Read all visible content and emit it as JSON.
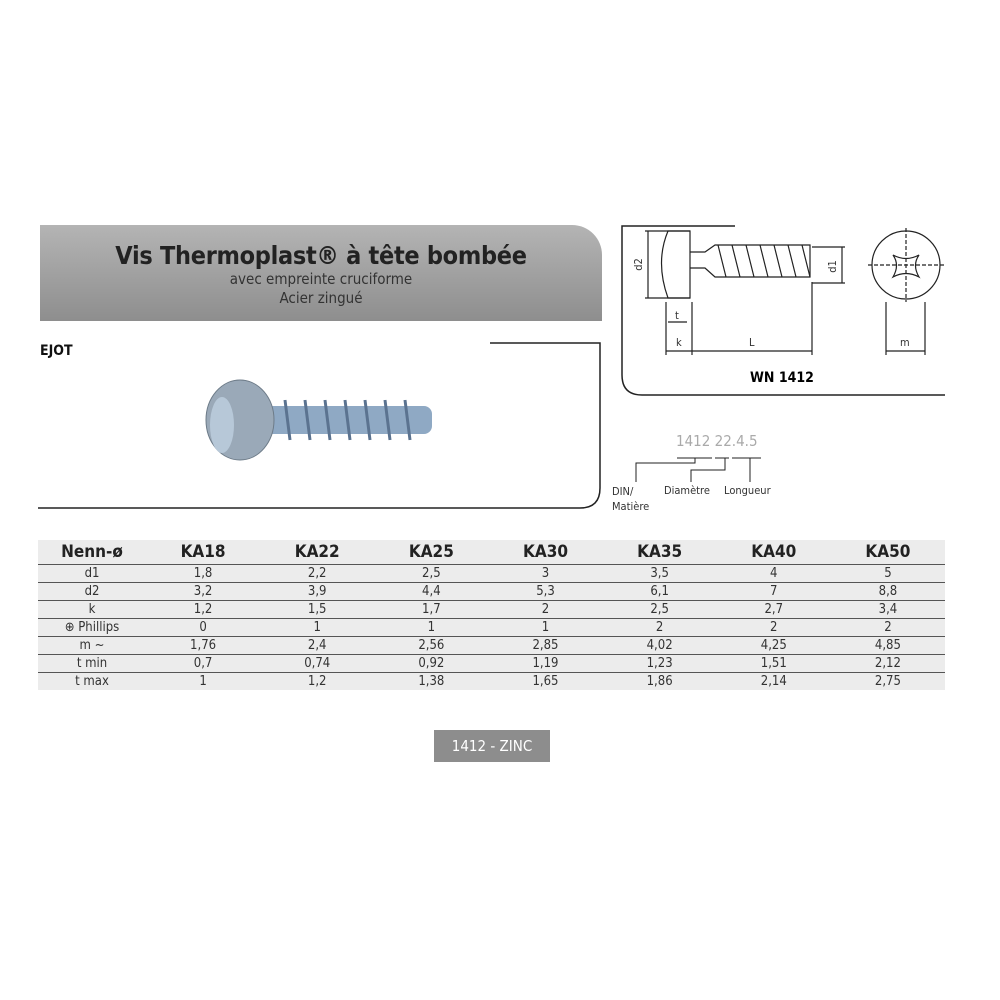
{
  "header": {
    "title": "Vis Thermoplast® à tête bombée",
    "subtitle1": "avec empreinte cruciforme",
    "subtitle2": "Acier zingué"
  },
  "brand": "EJOT",
  "diagram": {
    "title": "WN 1412",
    "dims": {
      "d2": "d2",
      "d1": "d1",
      "t": "t",
      "k": "k",
      "L": "L",
      "m": "m"
    }
  },
  "code": {
    "value": "1412 22.4.5",
    "labels": [
      "DIN/ Matière",
      "Diamètre",
      "Longueur"
    ]
  },
  "table": {
    "columns": [
      "Nenn-ø",
      "KA18",
      "KA22",
      "KA25",
      "KA30",
      "KA35",
      "KA40",
      "KA50"
    ],
    "rows": [
      {
        "label": "d1",
        "values": [
          "1,8",
          "2,2",
          "2,5",
          "3",
          "3,5",
          "4",
          "5"
        ]
      },
      {
        "label": "d2",
        "values": [
          "3,2",
          "3,9",
          "4,4",
          "5,3",
          "6,1",
          "7",
          "8,8"
        ]
      },
      {
        "label": "k",
        "values": [
          "1,2",
          "1,5",
          "1,7",
          "2",
          "2,5",
          "2,7",
          "3,4"
        ]
      },
      {
        "label": "Phillips",
        "values": [
          "0",
          "1",
          "1",
          "1",
          "2",
          "2",
          "2"
        ]
      },
      {
        "label": "m ~",
        "values": [
          "1,76",
          "2,4",
          "2,56",
          "2,85",
          "4,02",
          "4,25",
          "4,85"
        ]
      },
      {
        "label": "t min",
        "values": [
          "0,7",
          "0,74",
          "0,92",
          "1,19",
          "1,23",
          "1,51",
          "2,12"
        ]
      },
      {
        "label": "t max",
        "values": [
          "1",
          "1,2",
          "1,38",
          "1,65",
          "1,86",
          "2,14",
          "2,75"
        ]
      }
    ]
  },
  "button": {
    "label": "1412 - ZINC"
  }
}
